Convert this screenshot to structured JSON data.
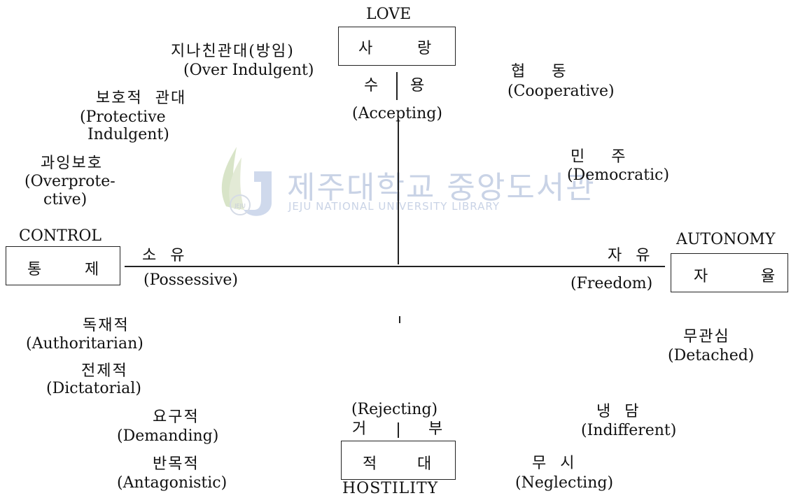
{
  "watermark": {
    "title_ko": "제주대학교 중앙도서관",
    "title_en": "JEJU NATIONAL UNIVERSITY LIBRARY",
    "logo_text": "JEJU"
  },
  "poles": {
    "love": {
      "en": "LOVE",
      "ko_left": "사",
      "ko_right": "랑"
    },
    "hostility": {
      "en": "HOSTILITY",
      "ko_left": "적",
      "ko_right": "대"
    },
    "control": {
      "en": "CONTROL",
      "ko_left": "통",
      "ko_right": "제"
    },
    "autonomy": {
      "en": "AUTONOMY",
      "ko_left": "자",
      "ko_right": "율"
    }
  },
  "axis_labels": {
    "accepting": {
      "ko_left": "수",
      "ko_right": "용",
      "en": "(Accepting)"
    },
    "rejecting": {
      "en": "(Rejecting)",
      "ko_left": "거",
      "ko_right": "부"
    },
    "possessive": {
      "ko": "소  유",
      "en": "(Possessive)"
    },
    "freedom": {
      "ko": "자  유",
      "en": "(Freedom)"
    }
  },
  "quadrants": {
    "love_control": [
      {
        "ko": "지나친관대(방임)",
        "en": "(Over Indulgent)"
      },
      {
        "ko": "보호적  관대",
        "en_line1": "(Protective",
        "en_line2": "Indulgent)"
      },
      {
        "ko": "과잉보호",
        "en_line1": "(Overprote-",
        "en_line2": "ctive)"
      }
    ],
    "love_autonomy": [
      {
        "ko": "협    동",
        "en": "(Cooperative)"
      },
      {
        "ko": "민    주",
        "en": "(Democratic)"
      }
    ],
    "hostility_control": [
      {
        "ko": "독재적",
        "en": "(Authoritarian)"
      },
      {
        "ko": "전제적",
        "en": "(Dictatorial)"
      },
      {
        "ko": "요구적",
        "en": "(Demanding)"
      },
      {
        "ko": "반목적",
        "en": "(Antagonistic)"
      }
    ],
    "hostility_autonomy": [
      {
        "ko": "무관심",
        "en": "(Detached)"
      },
      {
        "ko": "냉  담",
        "en": "(Indifferent)"
      },
      {
        "ko": "무  시",
        "en": "(Neglecting)"
      }
    ]
  },
  "colors": {
    "ink": "#111111",
    "watermark": "#c9d3e6"
  }
}
